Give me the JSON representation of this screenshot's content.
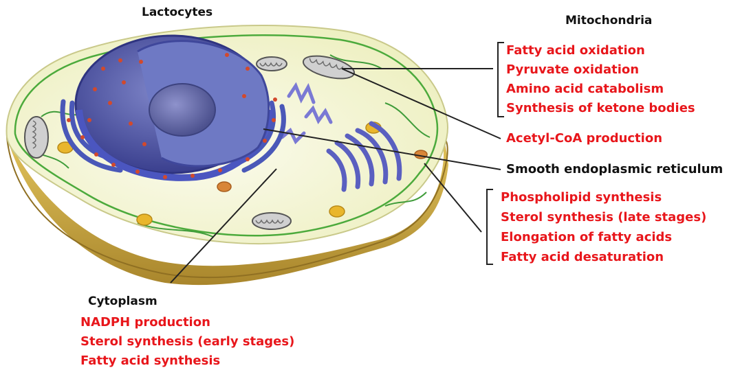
{
  "title": "Lactocytes",
  "colors": {
    "label_heading": "#111111",
    "label_item": "#e8161b",
    "pointer_line": "#222222"
  },
  "mitochondria": {
    "heading": "Mitochondria",
    "items": [
      "Fatty acid oxidation",
      "Pyruvate oxidation",
      "Amino acid catabolism",
      "Synthesis of ketone bodies"
    ],
    "shared": "Acetyl-CoA production"
  },
  "ser": {
    "heading": "Smooth endoplasmic reticulum",
    "items": [
      "Phospholipid synthesis",
      "Sterol synthesis (late stages)",
      "Elongation of fatty acids",
      "Fatty acid desaturation"
    ]
  },
  "cytoplasm": {
    "heading": "Cytoplasm",
    "items": [
      "NADPH production",
      "Sterol synthesis (early stages)",
      "Fatty acid synthesis"
    ]
  }
}
